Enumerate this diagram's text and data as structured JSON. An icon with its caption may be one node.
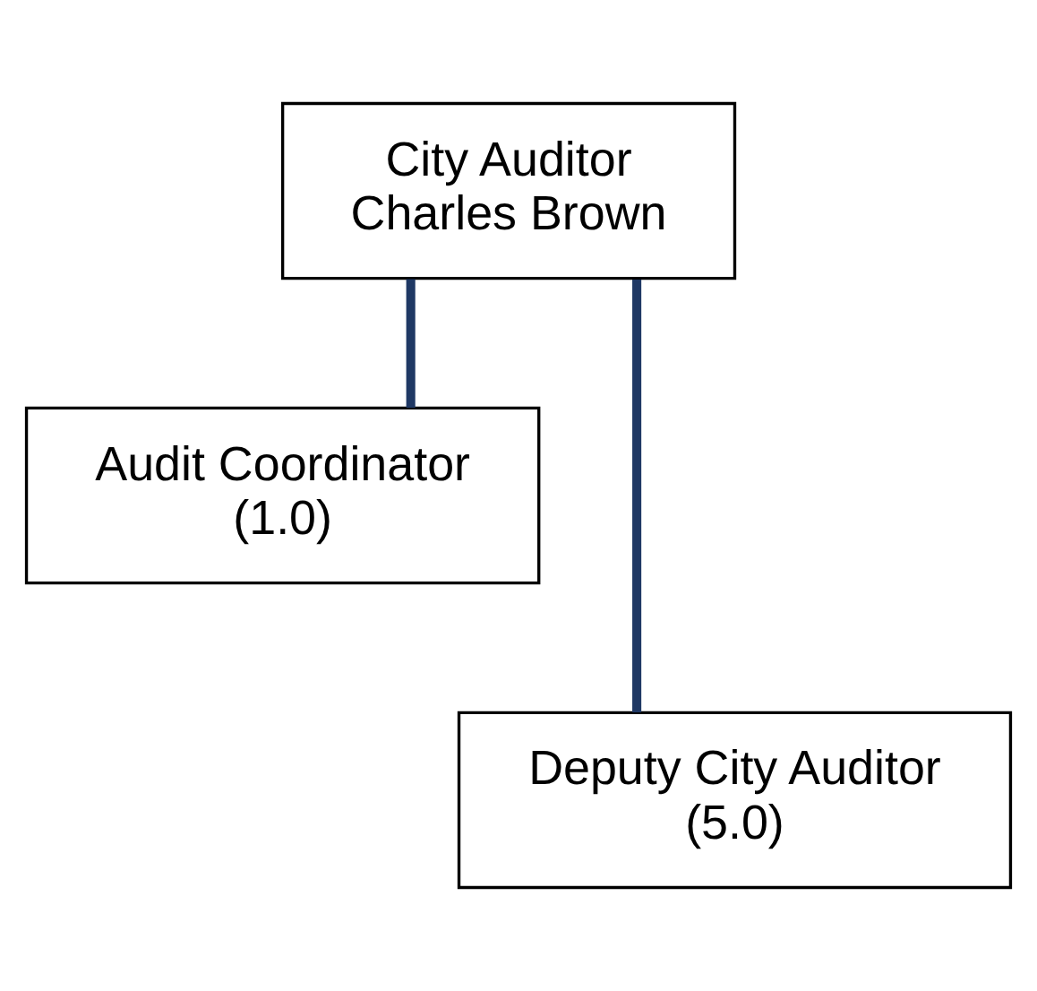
{
  "diagram": {
    "nodes": [
      {
        "text": [
          "City Auditor",
          "Charles Brown"
        ]
      },
      {
        "text": [
          "Audit Coordinator",
          "(1.0)"
        ]
      },
      {
        "text": [
          "Deputy City Auditor",
          "(5.0)"
        ]
      }
    ],
    "edges": [
      {
        "from": 0,
        "to": 1,
        "arrow": "none"
      },
      {
        "from": 0,
        "to": 2,
        "arrow": "none"
      }
    ]
  }
}
